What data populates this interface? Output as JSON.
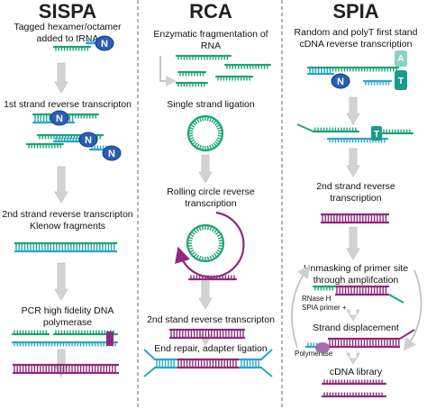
{
  "columns": [
    {
      "title": "SISPA",
      "steps": [
        [
          "Tagged hexamer/octamer",
          "added to tRNA"
        ],
        [
          "1st strand reverse transcripton"
        ],
        [
          "2nd strand reverse transcripton",
          "Klenow fragments"
        ],
        [
          "PCR high fidelity DNA",
          "polymerase"
        ]
      ]
    },
    {
      "title": "RCA",
      "steps": [
        [
          "Enzymatic fragmentation of",
          "RNA"
        ],
        [
          "Single strand ligation"
        ],
        [
          "Rolling circle reverse",
          "transcription"
        ],
        [
          "2nd stand reverse transcripton"
        ],
        [
          "End repair, adapter ligation"
        ]
      ]
    },
    {
      "title": "SPIA",
      "steps": [
        [
          "Random and polyT first stand",
          "cDNA reverse transcription"
        ],
        [
          "2nd strand reverse",
          "transcription"
        ],
        [
          "Unmasking of primer site",
          "through amplifcation"
        ],
        [
          "Strand displacement"
        ],
        [
          "cDNA library"
        ]
      ],
      "annotations": {
        "rnase": "RNase H",
        "spia_primer": "SPIA primer +",
        "polymerase": "Polymerase"
      }
    }
  ],
  "markers": {
    "n": "N",
    "a": "A",
    "t": "T"
  },
  "colors": {
    "dna_green": "#1fa37a",
    "cdna_purple": "#8e2a7c",
    "primer_blue": "#2aa6c9",
    "teal_marker": "#1c9b87",
    "n_blue": "#2a5db5",
    "arrow": "#d0d0d0",
    "divider": "#9a9a9a"
  }
}
